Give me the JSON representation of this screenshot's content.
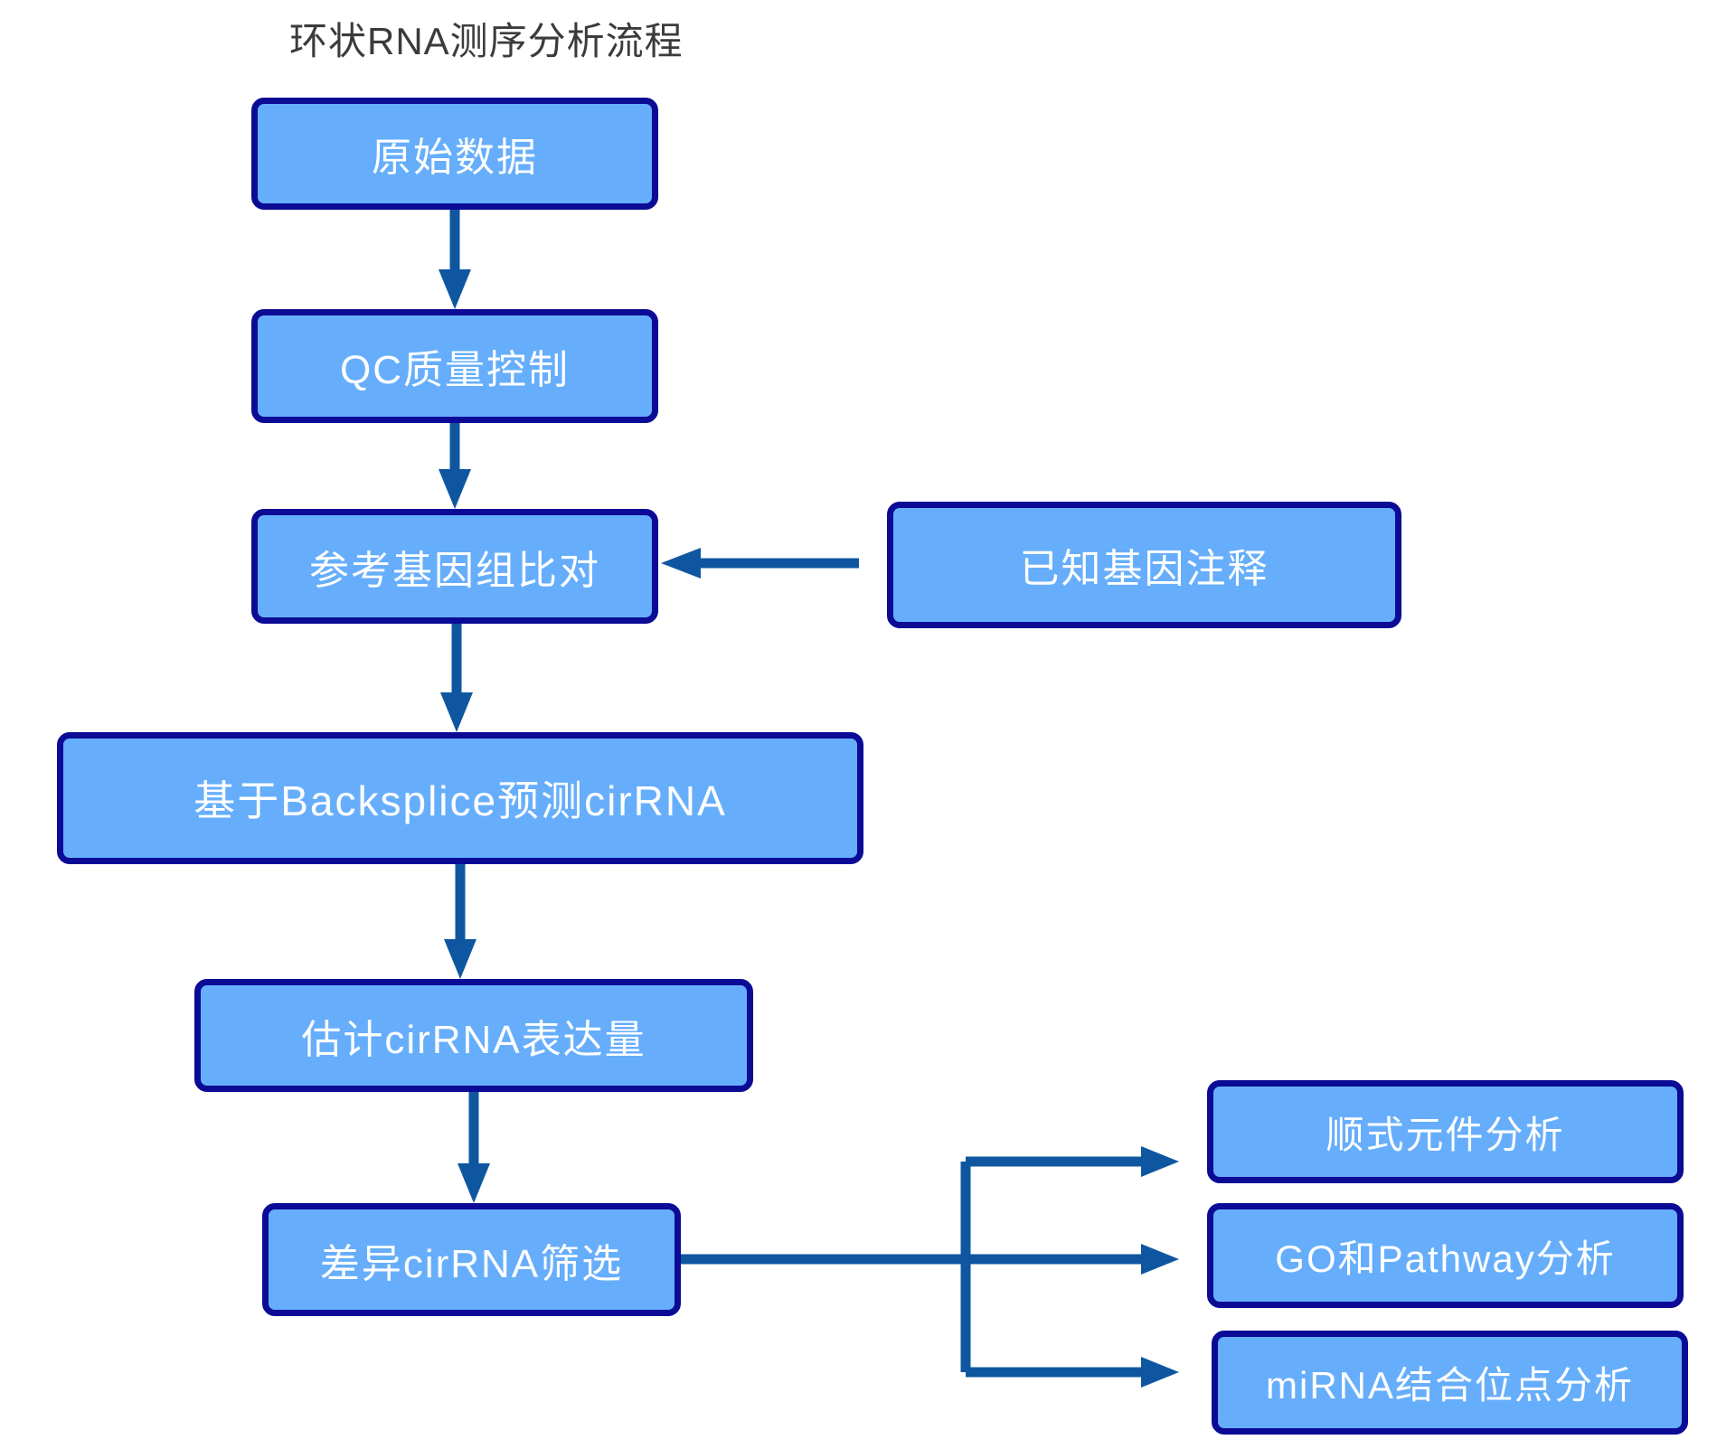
{
  "diagram": {
    "title": "环状RNA测序分析流程",
    "nodes": {
      "raw_data": {
        "label": "原始数据"
      },
      "qc": {
        "label": "QC质量控制"
      },
      "genome_align": {
        "label": "参考基因组比对"
      },
      "known_annotation": {
        "label": "已知基因注释"
      },
      "backsplice": {
        "label": "基于Backsplice预测cirRNA"
      },
      "expression": {
        "label": "估计cirRNA表达量"
      },
      "diff_screen": {
        "label": "差异cirRNA筛选"
      },
      "cis_element": {
        "label": "顺式元件分析"
      },
      "go_pathway": {
        "label": "GO和Pathway分析"
      },
      "mirna_sites": {
        "label": "miRNA结合位点分析"
      }
    },
    "edges": [
      {
        "from": "raw_data",
        "to": "qc"
      },
      {
        "from": "qc",
        "to": "genome_align"
      },
      {
        "from": "known_annotation",
        "to": "genome_align"
      },
      {
        "from": "genome_align",
        "to": "backsplice"
      },
      {
        "from": "backsplice",
        "to": "expression"
      },
      {
        "from": "expression",
        "to": "diff_screen"
      },
      {
        "from": "diff_screen",
        "to": "cis_element"
      },
      {
        "from": "diff_screen",
        "to": "go_pathway"
      },
      {
        "from": "diff_screen",
        "to": "mirna_sites"
      }
    ],
    "colors": {
      "node_fill": "#66aefb",
      "node_border": "#0b0b96",
      "connector": "#0e57a0",
      "node_text": "#ffffff",
      "title_text": "#3b3b3b",
      "background": "#ffffff"
    }
  }
}
